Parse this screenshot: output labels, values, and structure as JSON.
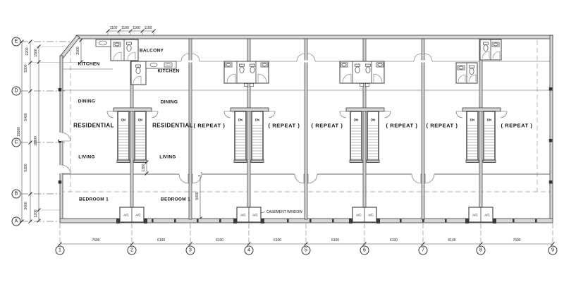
{
  "grid": {
    "rows": [
      "E",
      "D",
      "C",
      "B",
      "A"
    ],
    "cols": [
      "1",
      "2",
      "3",
      "4",
      "5",
      "6",
      "7",
      "8",
      "9"
    ]
  },
  "labels": {
    "balcony": "BALCONY",
    "kitchen": "KITCHEN",
    "dining": "DINING",
    "residential": "RESIDENTIAL",
    "living": "LIVING",
    "bedroom1": "BEDROOM 1",
    "repeat": "( REPEAT )",
    "casement_window": "CASEMENT WINDOW",
    "ac_ledge": "A/C",
    "stair_down": "DN"
  },
  "dimensions": {
    "top_bays": [
      "1100",
      "1100",
      "1100",
      "1100"
    ],
    "bottom_bays": [
      "7600",
      "6100",
      "6100",
      "6100",
      "6100",
      "6100",
      "6100",
      "7600"
    ],
    "left_total": "19000",
    "left_bays": [
      "2200",
      "5300",
      "5400",
      "5300",
      "3000"
    ],
    "left_inner": [
      "1500",
      "18800",
      "1200"
    ],
    "kitchen_depth": "2000",
    "stair_clearance": "1380",
    "bedroom_depth": "5000"
  }
}
